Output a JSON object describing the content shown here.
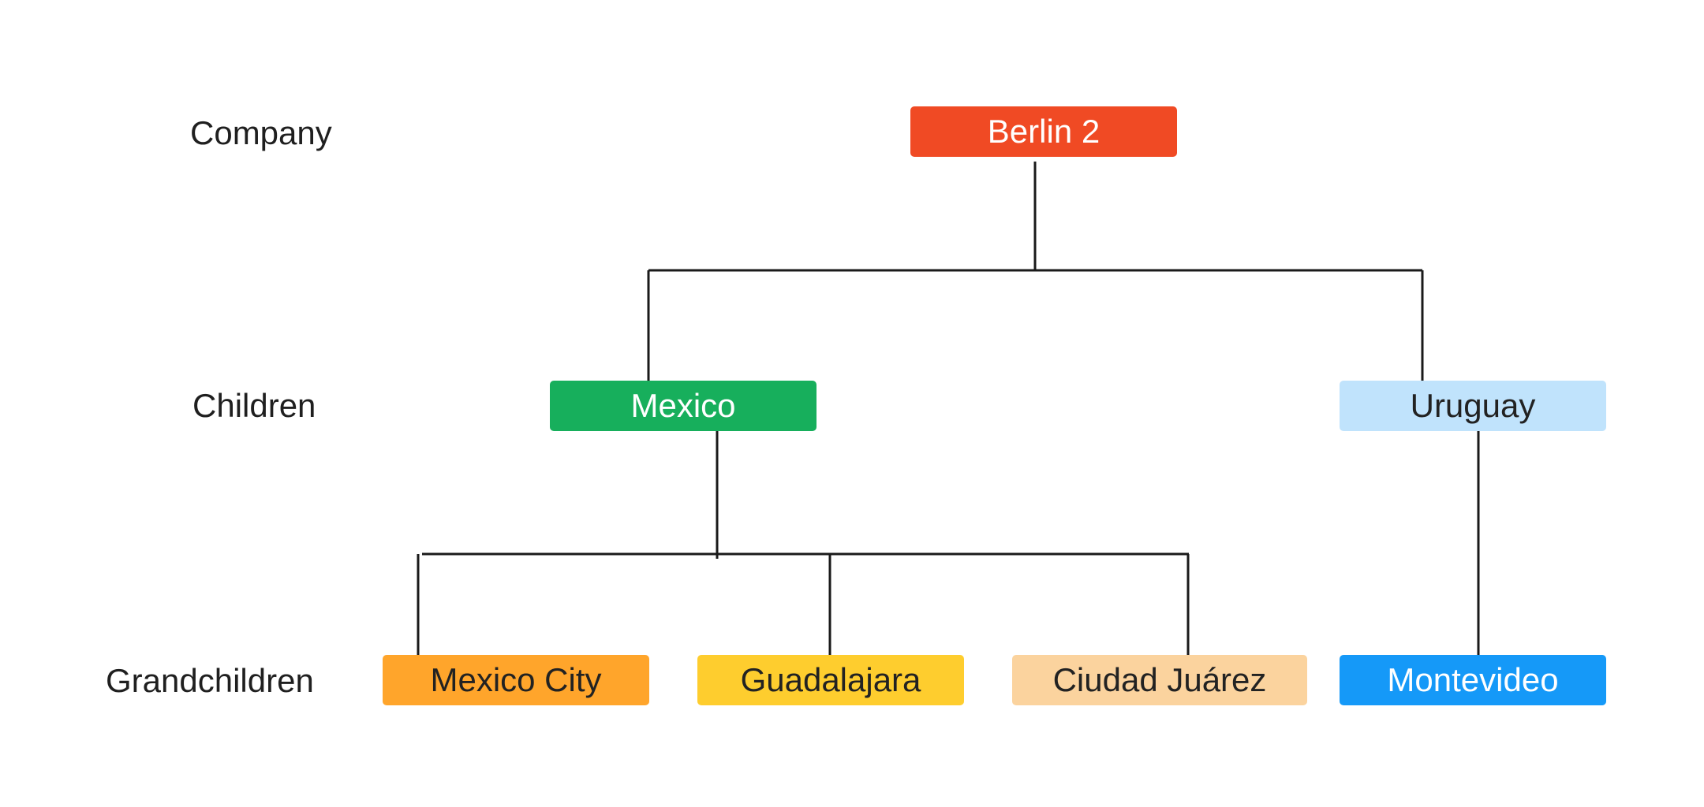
{
  "levels": {
    "company": "Company",
    "children": "Children",
    "grandchildren": "Grandchildren"
  },
  "nodes": {
    "root": {
      "label": "Berlin 2",
      "color": "#F04A24",
      "text_color": "#FFFFFF"
    },
    "mexico": {
      "label": "Mexico",
      "color": "#17AF5C",
      "text_color": "#FFFFFF"
    },
    "uruguay": {
      "label": "Uruguay",
      "color": "#C0E3FC",
      "text_color": "#222222"
    },
    "mexico_city": {
      "label": "Mexico City",
      "color": "#FFA52B",
      "text_color": "#222222"
    },
    "guadalajara": {
      "label": "Guadalajara",
      "color": "#FECD2E",
      "text_color": "#222222"
    },
    "ciudad_juarez": {
      "label": "Ciudad Juárez",
      "color": "#FBD39E",
      "text_color": "#222222"
    },
    "montevideo": {
      "label": "Montevideo",
      "color": "#1599F8",
      "text_color": "#FFFFFF"
    }
  },
  "connections": [
    {
      "from": "Berlin 2",
      "to": "Mexico"
    },
    {
      "from": "Berlin 2",
      "to": "Uruguay"
    },
    {
      "from": "Mexico",
      "to": "Mexico City"
    },
    {
      "from": "Mexico",
      "to": "Guadalajara"
    },
    {
      "from": "Mexico",
      "to": "Ciudad Juárez"
    },
    {
      "from": "Uruguay",
      "to": "Montevideo"
    }
  ]
}
